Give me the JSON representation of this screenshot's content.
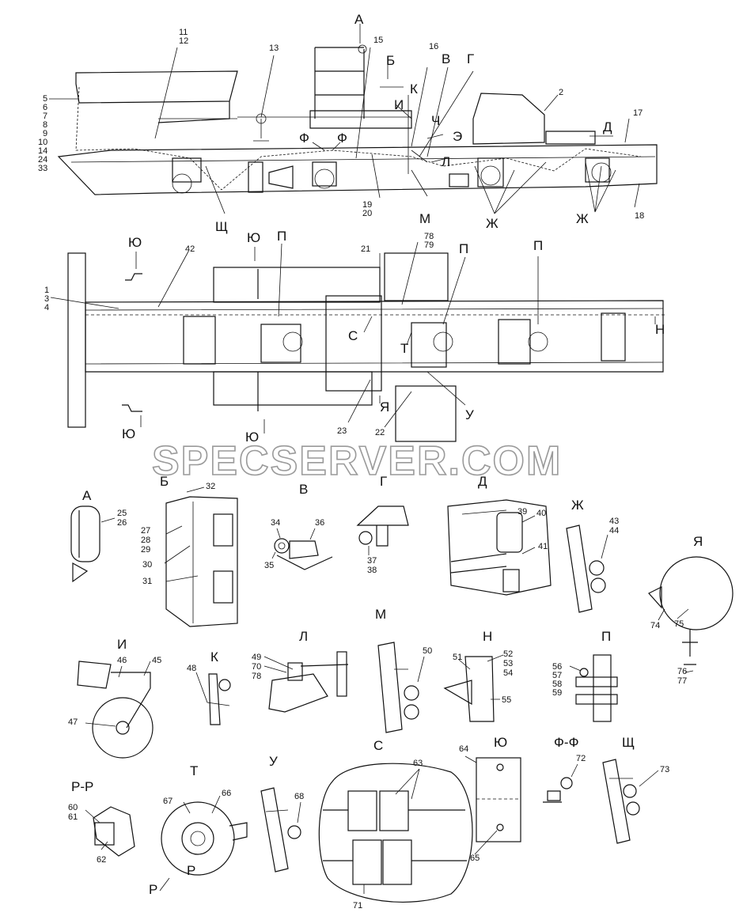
{
  "watermark": "SPECSERVER.COM",
  "top_view": {
    "letters": [
      "А",
      "Б",
      "В",
      "Г",
      "К",
      "И",
      "Ч",
      "Э",
      "Д",
      "Ф",
      "Ф",
      "Л",
      "М",
      "Ж",
      "Ж",
      "Щ"
    ],
    "numbers": [
      "11",
      "12",
      "15",
      "16",
      "13",
      "2",
      "17",
      "5",
      "6",
      "7",
      "8",
      "9",
      "10",
      "14",
      "24",
      "33",
      "19",
      "20",
      "18"
    ]
  },
  "plan_view": {
    "letters": [
      "Ю",
      "Ю",
      "П",
      "П",
      "П",
      "С",
      "Т",
      "Н",
      "Я",
      "У",
      "Ю",
      "Ю"
    ],
    "numbers": [
      "42",
      "21",
      "78",
      "79",
      "1",
      "3",
      "4",
      "23",
      "22"
    ]
  },
  "details": {
    "A": {
      "title": "А",
      "numbers": [
        "25",
        "26"
      ]
    },
    "B": {
      "title": "Б",
      "numbers": [
        "32",
        "27",
        "28",
        "29",
        "30",
        "31"
      ]
    },
    "V": {
      "title": "В",
      "numbers": [
        "34",
        "36",
        "35"
      ]
    },
    "G": {
      "title": "Г",
      "numbers": [
        "37",
        "38"
      ]
    },
    "D": {
      "title": "Д",
      "numbers": [
        "39",
        "40",
        "41"
      ]
    },
    "ZH": {
      "title": "Ж",
      "numbers": [
        "43",
        "44"
      ]
    },
    "YA": {
      "title": "Я",
      "numbers": [
        "74",
        "75",
        "76",
        "77"
      ]
    },
    "M": {
      "title": "М",
      "numbers": [
        "50"
      ]
    },
    "I": {
      "title": "И",
      "numbers": [
        "46",
        "45",
        "47"
      ]
    },
    "K": {
      "title": "К",
      "numbers": [
        "48"
      ]
    },
    "L": {
      "title": "Л",
      "numbers": [
        "49",
        "70",
        "78"
      ]
    },
    "N": {
      "title": "Н",
      "numbers": [
        "51",
        "52",
        "53",
        "54",
        "55"
      ]
    },
    "P": {
      "title": "П",
      "numbers": [
        "56",
        "57",
        "58",
        "59"
      ]
    },
    "RR": {
      "title": "Р-Р",
      "numbers": [
        "60",
        "61",
        "62"
      ]
    },
    "T": {
      "title": "Т",
      "numbers": [
        "67",
        "66"
      ],
      "marks": [
        "Р",
        "Р"
      ]
    },
    "U": {
      "title": "У",
      "numbers": [
        "68"
      ]
    },
    "S": {
      "title": "С",
      "numbers": [
        "63",
        "71"
      ]
    },
    "YU": {
      "title": "Ю",
      "numbers": [
        "64",
        "65"
      ]
    },
    "FF": {
      "title": "Ф-Ф",
      "numbers": [
        "72"
      ]
    },
    "SCH": {
      "title": "Щ",
      "numbers": [
        "73"
      ]
    }
  }
}
